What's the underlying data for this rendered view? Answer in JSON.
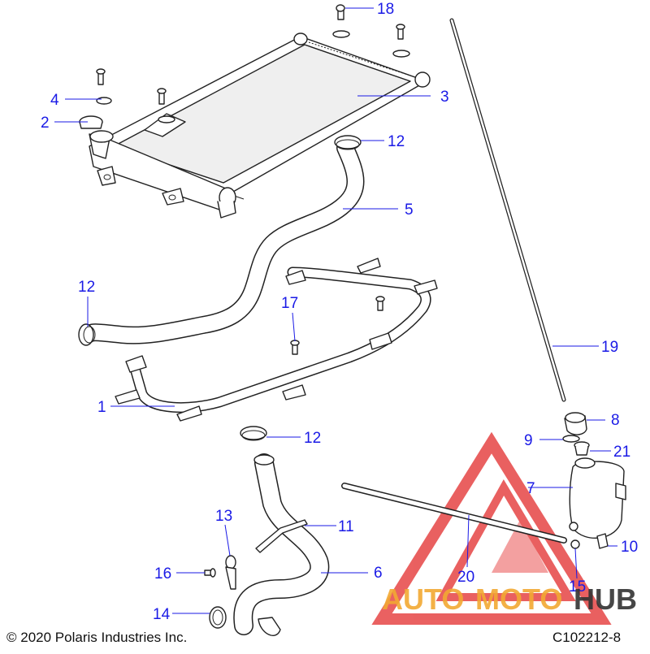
{
  "callouts": {
    "c1": "1",
    "c2": "2",
    "c3": "3",
    "c4": "4",
    "c5": "5",
    "c6": "6",
    "c7": "7",
    "c8": "8",
    "c9": "9",
    "c10": "10",
    "c11": "11",
    "c12a": "12",
    "c12b": "12",
    "c12c": "12",
    "c13": "13",
    "c14": "14",
    "c15": "15",
    "c16": "16",
    "c17": "17",
    "c18": "18",
    "c19": "19",
    "c20": "20",
    "c21": "21"
  },
  "copyright": "© 2020 Polaris Industries Inc.",
  "diagram_code": "C102212-8",
  "watermark": {
    "auto": "AUTO",
    "moto": "MOTO",
    "hub": "HUB"
  },
  "colors": {
    "callout": "#1a1ae6",
    "watermark_red": "#e64545",
    "watermark_orange": "#f2a933",
    "watermark_dark": "#333333"
  }
}
